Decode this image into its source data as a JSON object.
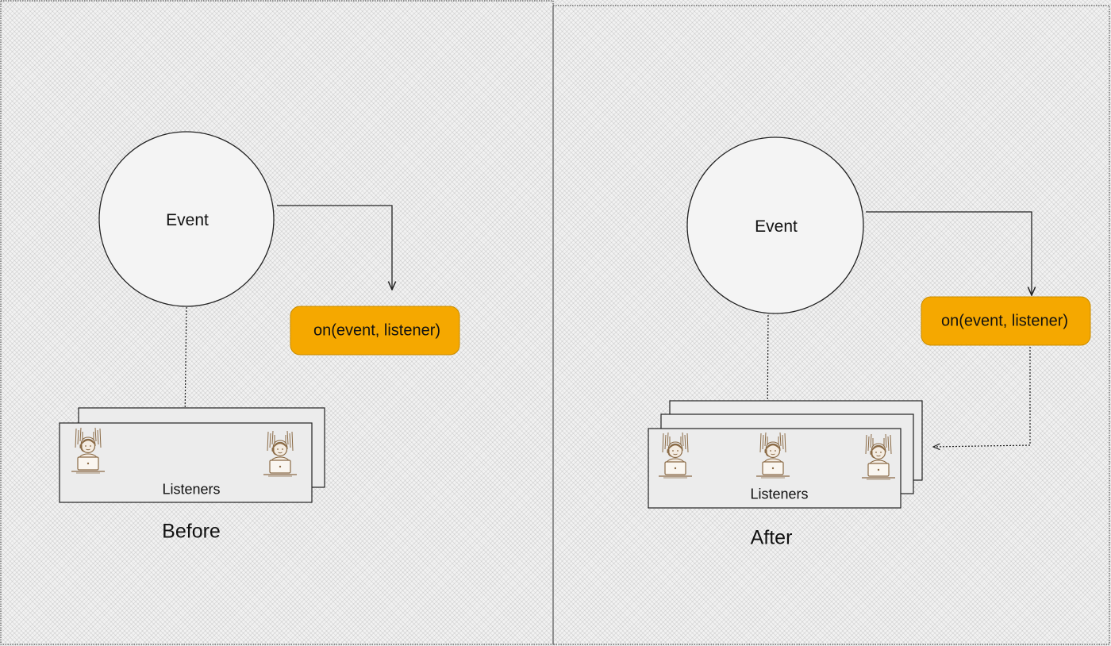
{
  "before": {
    "caption": "Before",
    "event_label": "Event",
    "method_label": "on(event, listener)",
    "listeners_label": "Listeners",
    "listener_stack_count": 2,
    "listener_people_count": 2
  },
  "after": {
    "caption": "After",
    "event_label": "Event",
    "method_label": "on(event, listener)",
    "listeners_label": "Listeners",
    "listener_stack_count": 3,
    "listener_people_count": 3
  },
  "colors": {
    "method_fill": "#f5a800",
    "method_stroke": "#c98c00",
    "card_fill": "#ececec",
    "line": "#222222",
    "person": "#8a6a45"
  },
  "icons": [
    "person-at-laptop-icon"
  ]
}
